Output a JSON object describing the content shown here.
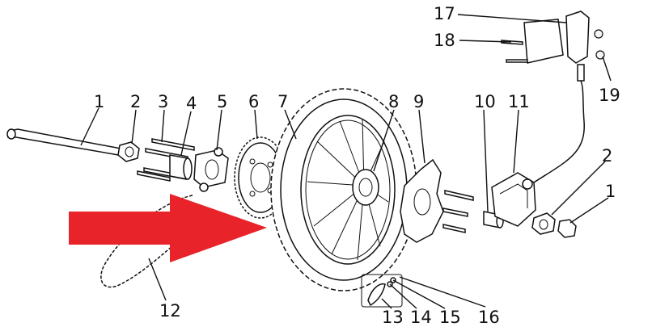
{
  "diagram": {
    "callouts": [
      {
        "id": "c1",
        "label": "1"
      },
      {
        "id": "c2",
        "label": "2"
      },
      {
        "id": "c3",
        "label": "3"
      },
      {
        "id": "c4",
        "label": "4"
      },
      {
        "id": "c5",
        "label": "5"
      },
      {
        "id": "c6",
        "label": "6"
      },
      {
        "id": "c7",
        "label": "7"
      },
      {
        "id": "c8",
        "label": "8"
      },
      {
        "id": "c9",
        "label": "9"
      },
      {
        "id": "c10",
        "label": "10"
      },
      {
        "id": "c11",
        "label": "11"
      },
      {
        "id": "c12",
        "label": "12"
      },
      {
        "id": "c13",
        "label": "13"
      },
      {
        "id": "c14",
        "label": "14"
      },
      {
        "id": "c15",
        "label": "15"
      },
      {
        "id": "c16",
        "label": "16"
      },
      {
        "id": "c17",
        "label": "17"
      },
      {
        "id": "c18",
        "label": "18"
      },
      {
        "id": "c19",
        "label": "19"
      },
      {
        "id": "c2b",
        "label": "2"
      },
      {
        "id": "c1b",
        "label": "1"
      }
    ],
    "arrow_color": "#e8232a",
    "line_color": "#111111"
  }
}
